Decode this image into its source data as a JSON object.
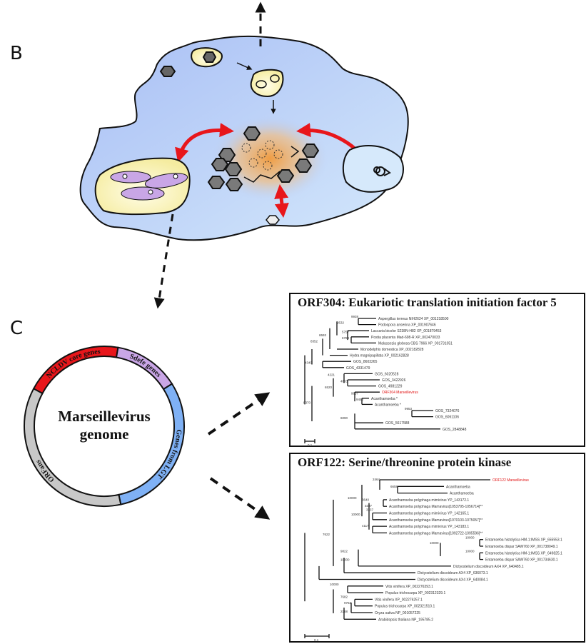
{
  "panels": {
    "b_label": "B",
    "c_label": "C"
  },
  "genome": {
    "title_line1": "Marseillevirus",
    "title_line2": "genome",
    "segments": [
      {
        "label": "NCLDV core genes",
        "color": "#e8161b"
      },
      {
        "label": "Sdefe genes",
        "color": "#c9a6e6"
      },
      {
        "label": "Genes from LGT",
        "color": "#7fb1f5"
      },
      {
        "label": "ORFans",
        "color": "#c8c8c8"
      }
    ]
  },
  "tree1": {
    "title": "ORF304: Eukariotic translation initiation factor 5",
    "leaves": [
      {
        "label": "Aspergillus terreus NIH2624 XP_001218500",
        "highlight": false
      },
      {
        "label": "Podospora anserina XP_001907646",
        "highlight": false
      },
      {
        "label": "Laccaria bicolor S238N-H82 XP_001879453",
        "highlight": false
      },
      {
        "label": "Postia placenta Mad-698-R XP_002470033",
        "highlight": false
      },
      {
        "label": "Malassezia globosa CBS 7966 XP_001731051",
        "highlight": false
      },
      {
        "label": "Monodelphis domestica XP_002182828",
        "highlight": false
      },
      {
        "label": "Hydra magnipapillata XP_002162828",
        "highlight": false
      },
      {
        "label": "GOS_8603265",
        "highlight": false
      },
      {
        "label": "GOS_4331479",
        "highlight": false
      },
      {
        "label": "GOS_6020528",
        "highlight": false
      },
      {
        "label": "GOS_3422926",
        "highlight": false
      },
      {
        "label": "GOS_4981229",
        "highlight": false
      },
      {
        "label": "ORF304 Marseillevirus",
        "highlight": true
      },
      {
        "label": "Acanthamoeba *",
        "highlight": false
      },
      {
        "label": "Acanthamoeba *",
        "highlight": false
      },
      {
        "label": "GOS_7324076",
        "highlight": false
      },
      {
        "label": "GOS_6061106",
        "highlight": false
      },
      {
        "label": "GOS_5617588",
        "highlight": false
      },
      {
        "label": "GOS_2848848",
        "highlight": false
      }
    ],
    "bootstraps": [
      "9938",
      "9532",
      "5757",
      "6764",
      "6593",
      "8352",
      "4340",
      "4221",
      "4603",
      "6520",
      "9867",
      "9450",
      "8370",
      "9953",
      "6090"
    ],
    "scale_label": "0.1"
  },
  "tree2": {
    "title": "ORF122: Serine/threonine protein kinase",
    "leaves": [
      {
        "label": "ORF122 Marseillevirus",
        "highlight": true
      },
      {
        "label": "Acanthamoeba",
        "highlight": false
      },
      {
        "label": "Acanthamoeba",
        "highlight": false
      },
      {
        "label": "Acanthamoeba polyphaga mimivirus YP_143172.1",
        "highlight": false
      },
      {
        "label": "Acanthamoeba polyphaga Mamavirus[1053795-1056714]**",
        "highlight": false
      },
      {
        "label": "Acanthamoeba polyphaga mimivirus YP_142165.1",
        "highlight": false
      },
      {
        "label": "Acanthamoeba polyphaga Mamavirus[1070103-1075057]**",
        "highlight": false
      },
      {
        "label": "Acanthamoeba polyphaga mimivirus YP_143183.1",
        "highlight": false
      },
      {
        "label": "Acanthamoeba polyphaga Mamavirus[1092722-1095596]**",
        "highlight": false
      },
      {
        "label": "Entamoeba histolytica HM-1:IMSS XP_655553.1",
        "highlight": false
      },
      {
        "label": "Entamoeba dispar SAW760 XP_001738049.1",
        "highlight": false
      },
      {
        "label": "Entamoeba histolytica HM-1:IMSS XP_649825.1",
        "highlight": false
      },
      {
        "label": "Entamoeba dispar SAW760 XP_001734630.1",
        "highlight": false
      },
      {
        "label": "Dictyostelium discoideum AX4 XP_640485.1",
        "highlight": false
      },
      {
        "label": "Dictyostelium discoideum AX4 XP_636073.1",
        "highlight": false
      },
      {
        "label": "Dictyostelium discoideum AX4 XP_640084.1",
        "highlight": false
      },
      {
        "label": "Vitis vinifera XP_002276393.1",
        "highlight": false
      },
      {
        "label": "Populus trichocarpa XP_002312329.1",
        "highlight": false
      },
      {
        "label": "Vitis vinifera XP_002276257.1",
        "highlight": false
      },
      {
        "label": "Populus trichocarpa XP_002321510.1",
        "highlight": false
      },
      {
        "label": "Oryza sativa NP_001057225",
        "highlight": false
      },
      {
        "label": "Arabidopsis thaliana NP_195785.2",
        "highlight": false
      }
    ],
    "bootstraps": [
      "2464",
      "6658",
      "10000",
      "3640",
      "3337",
      "3337",
      "10000",
      "4117",
      "7622",
      "10000",
      "10000",
      "9822",
      "10000",
      "10000",
      "10000",
      "7682",
      "9752",
      "2188"
    ],
    "scale_label": "0.1"
  },
  "colors": {
    "cell": "#b7cbf7",
    "vacuole": "#fbf6c0",
    "bacteria": "#c9a6e6",
    "factory": "#f4a848",
    "arrow_red": "#e8161b",
    "virion": "#7a7a7a"
  }
}
